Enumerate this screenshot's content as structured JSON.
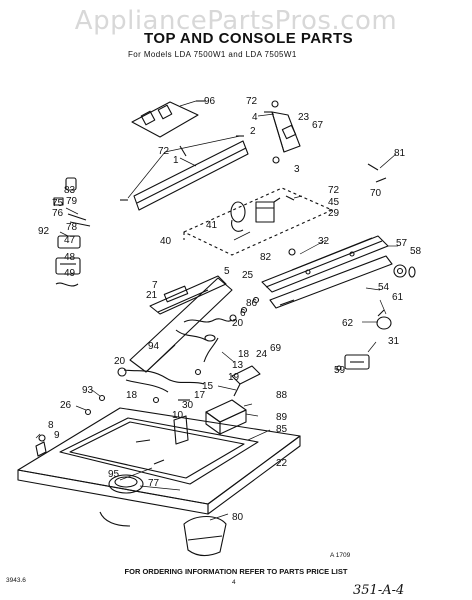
{
  "header": {
    "watermark": "AppliancePartsPros.com",
    "title": "TOP AND CONSOLE PARTS",
    "subtitle": "For Models LDA 7500W1   and LDA 7505W1"
  },
  "callouts": {
    "c96": "96",
    "c72a": "72",
    "c4": "4",
    "c23": "23",
    "c67": "67",
    "c2": "2",
    "c3": "3",
    "c72b": "72",
    "c1": "1",
    "c81": "81",
    "c72c": "72",
    "c70": "70",
    "c45": "45",
    "c29": "29",
    "c83": "83",
    "c75": "75",
    "c79": "79",
    "c76": "76",
    "c78": "78",
    "c92": "92",
    "c47": "47",
    "c48": "48",
    "c49": "49",
    "c41": "41",
    "c40": "40",
    "c32": "32",
    "c57": "57",
    "c58": "58",
    "c82": "82",
    "c7": "7",
    "c21": "21",
    "c5": "5",
    "c25": "25",
    "c86": "86",
    "c54": "54",
    "c6": "6",
    "c61": "61",
    "c20a": "20",
    "c62": "62",
    "c94": "94",
    "c18a": "18",
    "c69": "69",
    "c24": "24",
    "c31": "31",
    "c20b": "20",
    "c13": "13",
    "c19": "19",
    "c59": "59",
    "c93": "93",
    "c15": "15",
    "c18b": "18",
    "c17": "17",
    "c88": "88",
    "c26": "26",
    "c30": "30",
    "c10": "10",
    "c89": "89",
    "c8": "8",
    "c9": "9",
    "c85": "85",
    "c22": "22",
    "c95": "95",
    "c77": "77",
    "c80": "80"
  },
  "footer": {
    "ref_code": "A  1709",
    "ordering_note": "FOR ORDERING INFORMATION REFER TO PARTS PRICE LIST",
    "doc_code": "3943.6",
    "page_number": "4",
    "handwritten": "351-A-4"
  }
}
